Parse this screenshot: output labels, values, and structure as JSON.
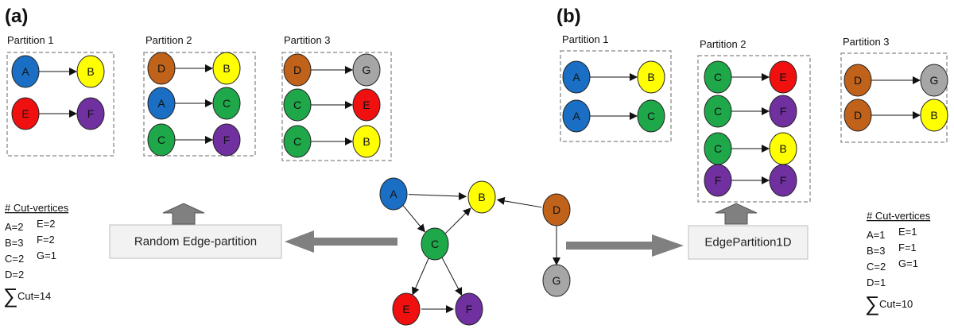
{
  "panels": {
    "a": {
      "label": "(a)",
      "method": "Random Edge-partition",
      "partitions": [
        {
          "title": "Partition 1",
          "edges": [
            [
              "A",
              "B"
            ],
            [
              "E",
              "F"
            ]
          ]
        },
        {
          "title": "Partition 2",
          "edges": [
            [
              "D",
              "B"
            ],
            [
              "A",
              "C"
            ],
            [
              "C",
              "F"
            ]
          ]
        },
        {
          "title": "Partition 3",
          "edges": [
            [
              "D",
              "G"
            ],
            [
              "C",
              "E"
            ],
            [
              "C",
              "B"
            ]
          ]
        }
      ],
      "cut": {
        "heading": "# Cut-vertices",
        "col1": [
          "A=2",
          "B=3",
          "C=2",
          "D=2"
        ],
        "col2": [
          "E=2",
          "F=2",
          "G=1"
        ],
        "sum_symbol": "∑",
        "sum": "Cut=14"
      }
    },
    "b": {
      "label": "(b)",
      "method": "EdgePartition1D",
      "partitions": [
        {
          "title": "Partition 1",
          "edges": [
            [
              "A",
              "B"
            ],
            [
              "A",
              "C"
            ]
          ]
        },
        {
          "title": "Partition 2",
          "edges": [
            [
              "C",
              "E"
            ],
            [
              "C",
              "F"
            ],
            [
              "C",
              "B"
            ],
            [
              "F",
              "F"
            ]
          ]
        },
        {
          "title": "Partition 3",
          "edges": [
            [
              "D",
              "G"
            ],
            [
              "D",
              "B"
            ]
          ]
        }
      ],
      "cut": {
        "heading": "# Cut-vertices",
        "col1": [
          "A=1",
          "B=3",
          "C=2",
          "D=1"
        ],
        "col2": [
          "E=1",
          "F=1",
          "G=1"
        ],
        "sum_symbol": "∑",
        "sum": "Cut=10"
      }
    }
  },
  "graph": {
    "nodes": [
      "A",
      "B",
      "C",
      "D",
      "E",
      "F",
      "G"
    ],
    "edges": [
      [
        "A",
        "B"
      ],
      [
        "A",
        "C"
      ],
      [
        "C",
        "B"
      ],
      [
        "D",
        "B"
      ],
      [
        "D",
        "G"
      ],
      [
        "C",
        "F"
      ],
      [
        "C",
        "E"
      ],
      [
        "E",
        "F"
      ]
    ]
  },
  "colors": {
    "A": "#1a6fc4",
    "B": "#ffff00",
    "C": "#1fa84a",
    "D": "#c0621a",
    "E": "#f01010",
    "F": "#7030a0",
    "G": "#a6a6a6",
    "arrow": "#808080",
    "box_fill": "#f2f2f2",
    "box_border": "#bfbfbf",
    "dash": "#9a9a9a"
  }
}
